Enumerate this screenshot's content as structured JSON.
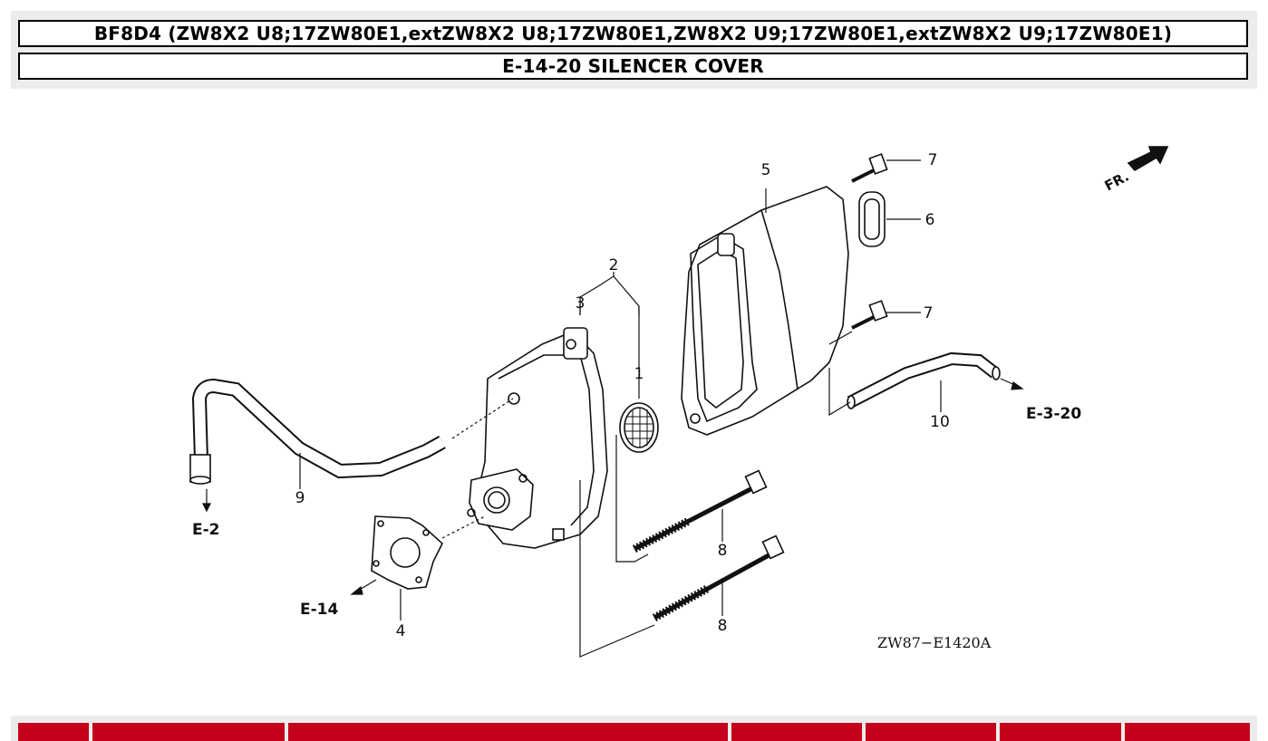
{
  "header": {
    "model_line": "BF8D4 (ZW8X2 U8;17ZW80E1,extZW8X2 U8;17ZW80E1,ZW8X2 U9;17ZW80E1,extZW8X2 U9;17ZW80E1)",
    "section_title": "E-14-20 SILENCER COVER"
  },
  "diagram": {
    "part_labels": {
      "p1": "1",
      "p2": "2",
      "p3": "3",
      "p4": "4",
      "p5": "5",
      "p6": "6",
      "p7a": "7",
      "p7b": "7",
      "p8a": "8",
      "p8b": "8",
      "p9": "9",
      "p10": "10"
    },
    "references": {
      "e2": "E-2",
      "e14": "E-14",
      "e320": "E-3-20"
    },
    "front_indicator": "FR.",
    "drawing_code": "ZW87−E1420A"
  },
  "footer": {
    "tab_color": "#c4001a"
  }
}
